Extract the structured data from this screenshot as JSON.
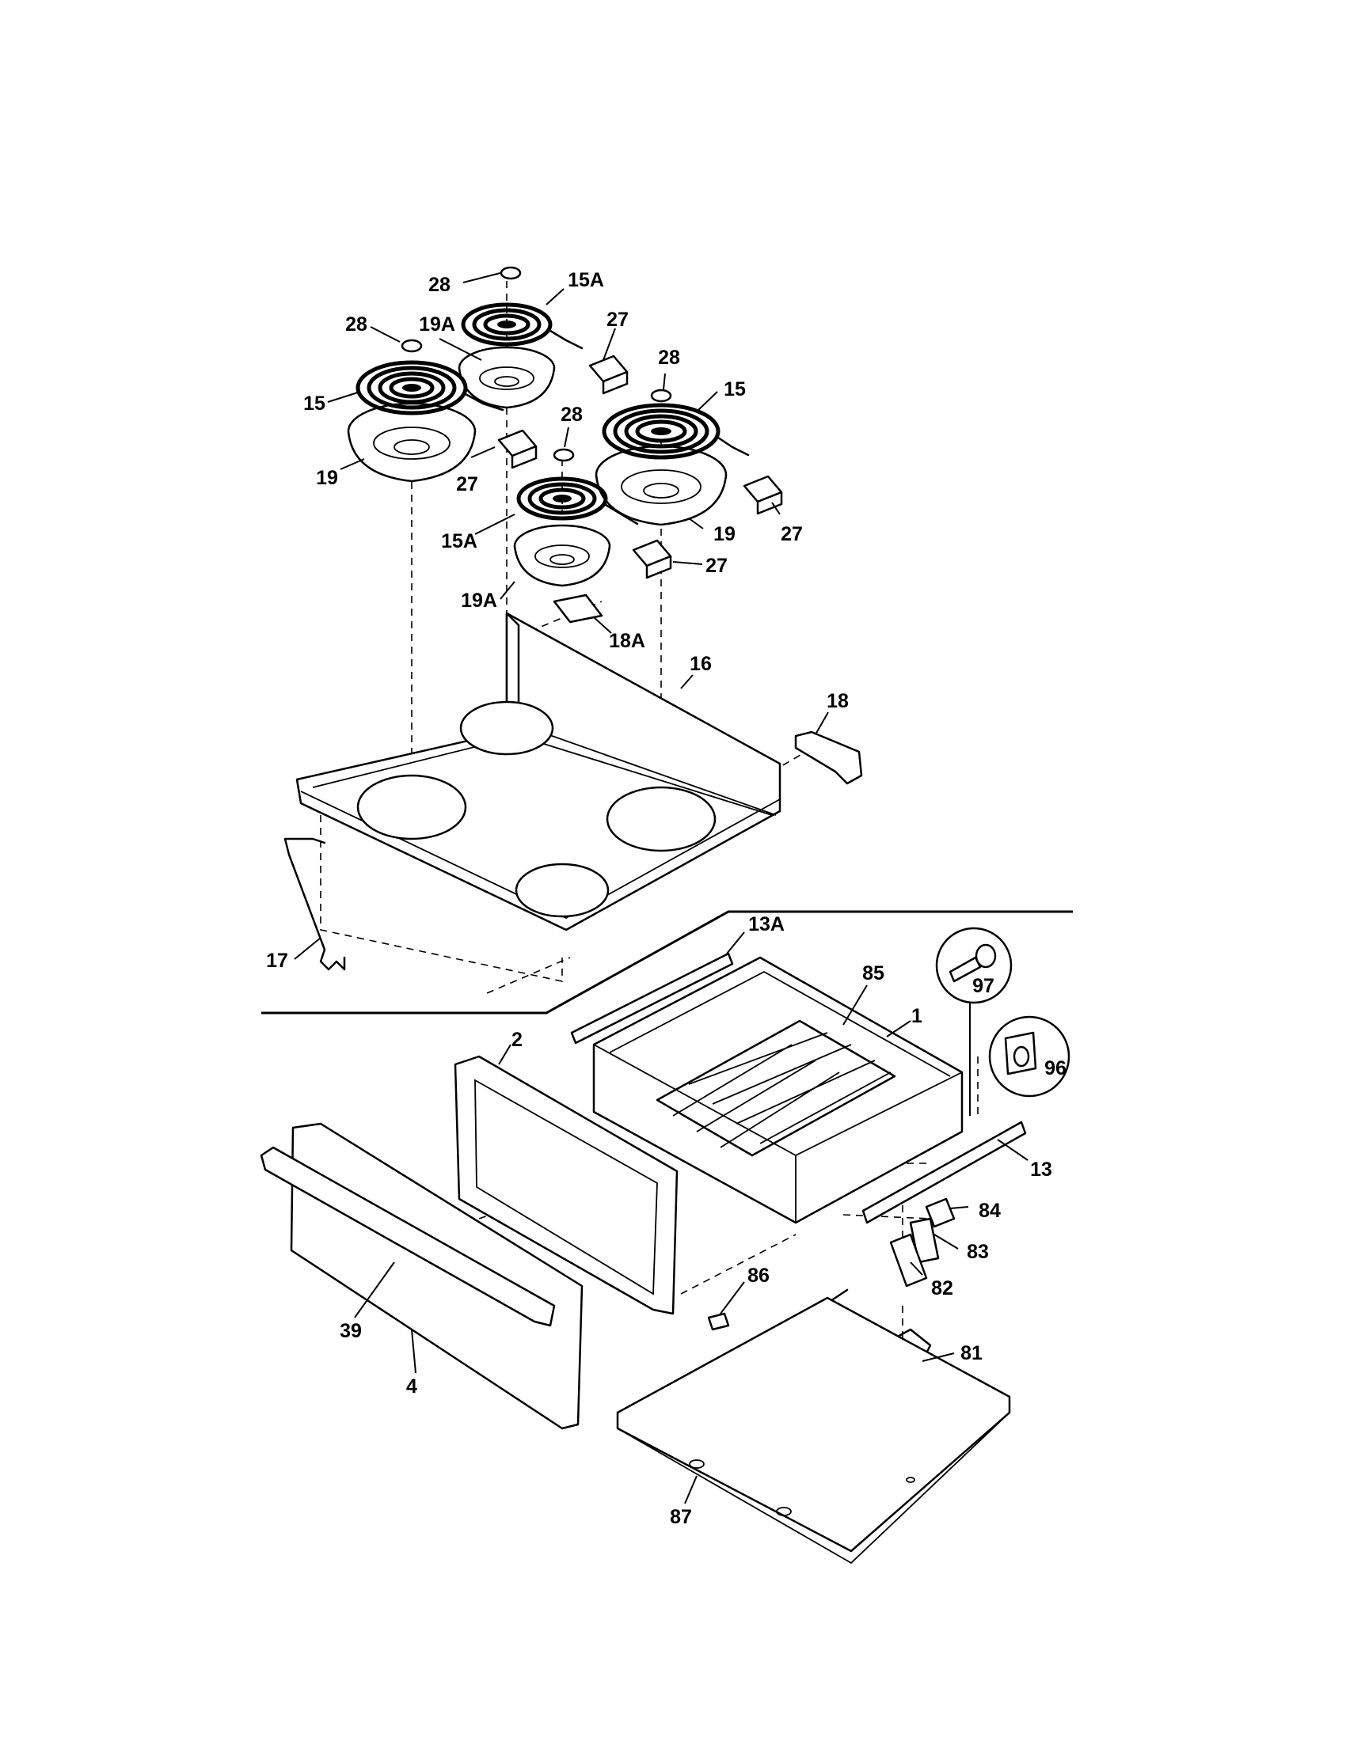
{
  "callouts": [
    {
      "label": "28"
    },
    {
      "label": "15A"
    },
    {
      "label": "28"
    },
    {
      "label": "19A"
    },
    {
      "label": "27"
    },
    {
      "label": "28"
    },
    {
      "label": "15"
    },
    {
      "label": "15"
    },
    {
      "label": "28"
    },
    {
      "label": "19"
    },
    {
      "label": "27"
    },
    {
      "label": "15A"
    },
    {
      "label": "19"
    },
    {
      "label": "27"
    },
    {
      "label": "27"
    },
    {
      "label": "19A"
    },
    {
      "label": "18A"
    },
    {
      "label": "16"
    },
    {
      "label": "18"
    },
    {
      "label": "13A"
    },
    {
      "label": "17"
    },
    {
      "label": "85"
    },
    {
      "label": "97"
    },
    {
      "label": "1"
    },
    {
      "label": "2"
    },
    {
      "label": "96"
    },
    {
      "label": "13"
    },
    {
      "label": "84"
    },
    {
      "label": "83"
    },
    {
      "label": "82"
    },
    {
      "label": "86"
    },
    {
      "label": "39"
    },
    {
      "label": "81"
    },
    {
      "label": "4"
    },
    {
      "label": "87"
    }
  ]
}
